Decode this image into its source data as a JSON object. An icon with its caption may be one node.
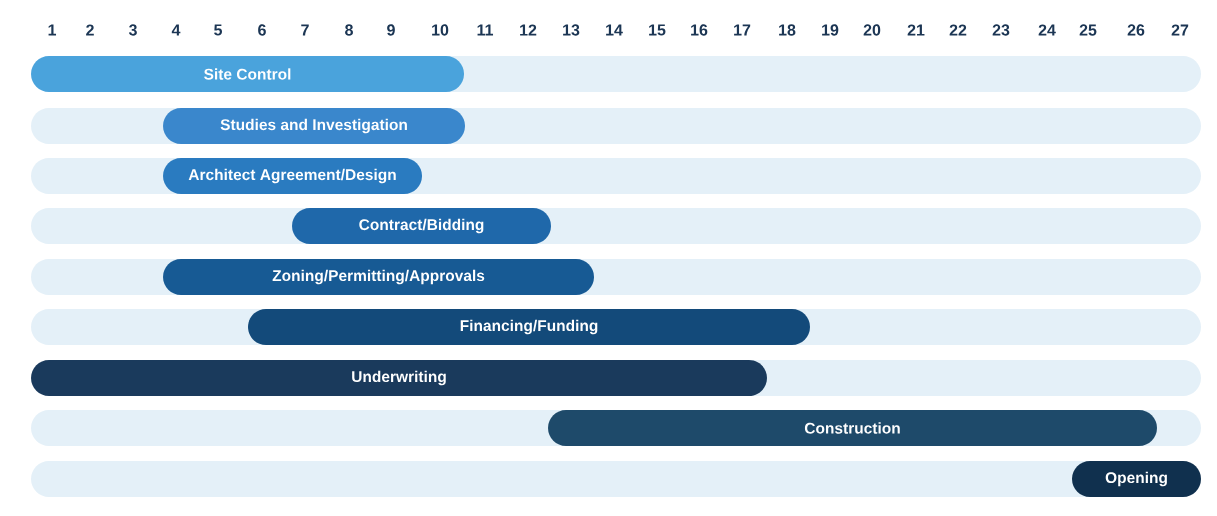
{
  "diagram": {
    "nodes": [
      {
        "text": [
          "Site Control"
        ]
      },
      {
        "text": [
          "Studies and Investigation"
        ]
      },
      {
        "text": [
          "Architect Agreement/Design"
        ]
      },
      {
        "text": [
          "Contract/Bidding"
        ]
      },
      {
        "text": [
          "Zoning/Permitting/Approvals"
        ]
      },
      {
        "text": [
          "Financing/Funding"
        ]
      },
      {
        "text": [
          "Underwriting"
        ]
      },
      {
        "text": [
          "Construction"
        ]
      },
      {
        "text": [
          "Opening"
        ]
      }
    ],
    "labels": [
      "1",
      "2",
      "3",
      "4",
      "5",
      "6",
      "7",
      "8",
      "9",
      "10",
      "11",
      "12",
      "13",
      "14",
      "15",
      "16",
      "17",
      "18",
      "19",
      "20",
      "21",
      "22",
      "23",
      "24",
      "25",
      "26",
      "27"
    ]
  }
}
